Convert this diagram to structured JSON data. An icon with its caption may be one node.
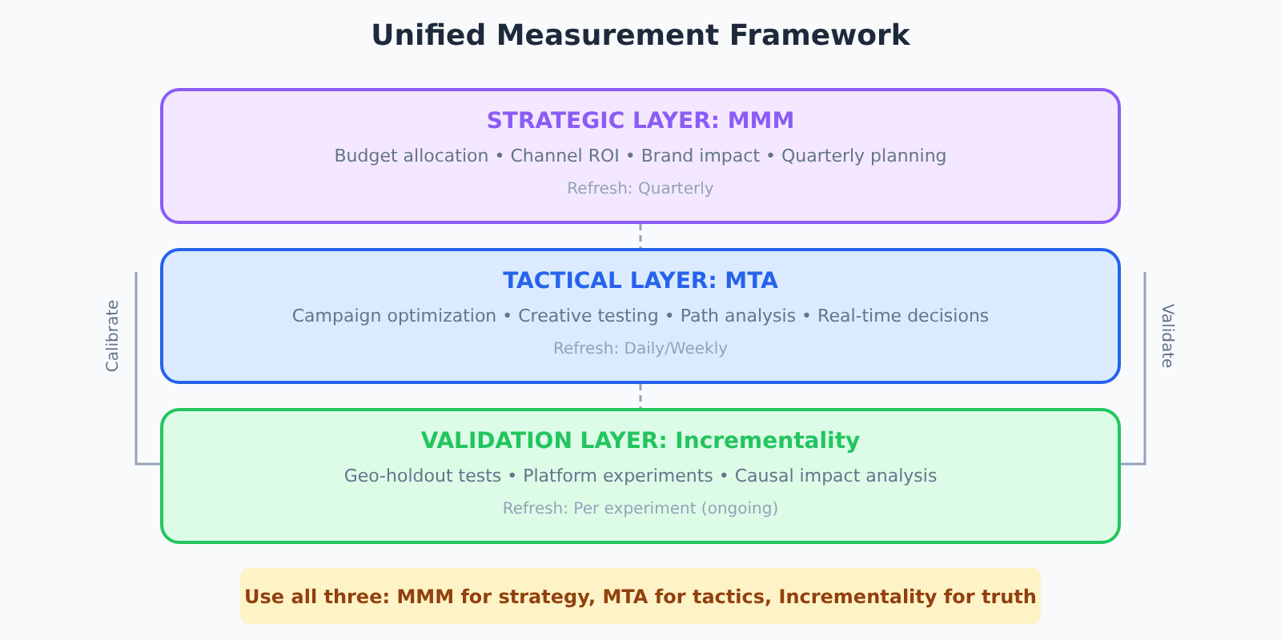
{
  "diagram": {
    "title": "Unified Measurement Framework",
    "nodes": [
      {
        "text": [
          "STRATEGIC LAYER: MMM",
          "Budget allocation • Channel ROI • Brand impact • Quarterly planning",
          "Refresh: Quarterly"
        ]
      },
      {
        "text": [
          "TACTICAL LAYER: MTA",
          "Campaign optimization • Creative testing • Path analysis • Real-time decisions",
          "Refresh: Daily/Weekly"
        ]
      },
      {
        "text": [
          "VALIDATION LAYER: Incrementality",
          "Geo-holdout tests • Platform experiments • Causal impact analysis",
          "Refresh: Per experiment (ongoing)"
        ]
      },
      {
        "text": [
          "Use all three: MMM for strategy, MTA for tactics, Incrementality for truth"
        ]
      }
    ],
    "edges": [
      {
        "from": 0,
        "to": 1,
        "arrow": "none",
        "style": "dashed"
      },
      {
        "from": 1,
        "to": 2,
        "arrow": "none",
        "style": "dashed"
      },
      {
        "from": 2,
        "to": null,
        "arrow": "none",
        "label": "Calibrate"
      },
      {
        "from": 2,
        "to": null,
        "arrow": "none",
        "label": "Validate"
      }
    ]
  }
}
